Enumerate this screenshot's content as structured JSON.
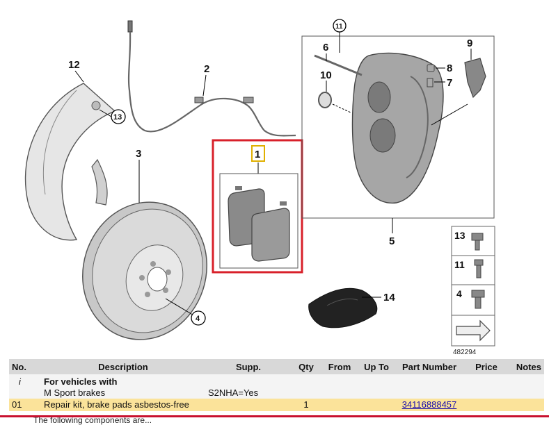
{
  "diagram": {
    "callouts": {
      "c1": "1",
      "c2": "2",
      "c3": "3",
      "c4": "4",
      "c5": "5",
      "c6": "6",
      "c7": "7",
      "c8": "8",
      "c9": "9",
      "c10": "10",
      "c11": "11",
      "c12": "12",
      "c13": "13",
      "c14": "14"
    },
    "legend_items": {
      "l13": "13",
      "l11": "11",
      "l4": "4"
    },
    "image_number": "482294",
    "highlight_color": "#d8202a"
  },
  "table": {
    "headers": {
      "no": "No.",
      "description": "Description",
      "supp": "Supp.",
      "qty": "Qty",
      "from": "From",
      "up_to": "Up To",
      "part_number": "Part Number",
      "price": "Price",
      "notes": "Notes"
    },
    "info_row": {
      "no": "i",
      "line1": "For vehicles with",
      "line2": "M Sport brakes",
      "supp": "S2NHA=Yes"
    },
    "part_row": {
      "no": "01",
      "description": "Repair kit, brake pads asbestos-free",
      "qty": "1",
      "part_number": "34116888457"
    },
    "cut_text": "The following components are..."
  }
}
